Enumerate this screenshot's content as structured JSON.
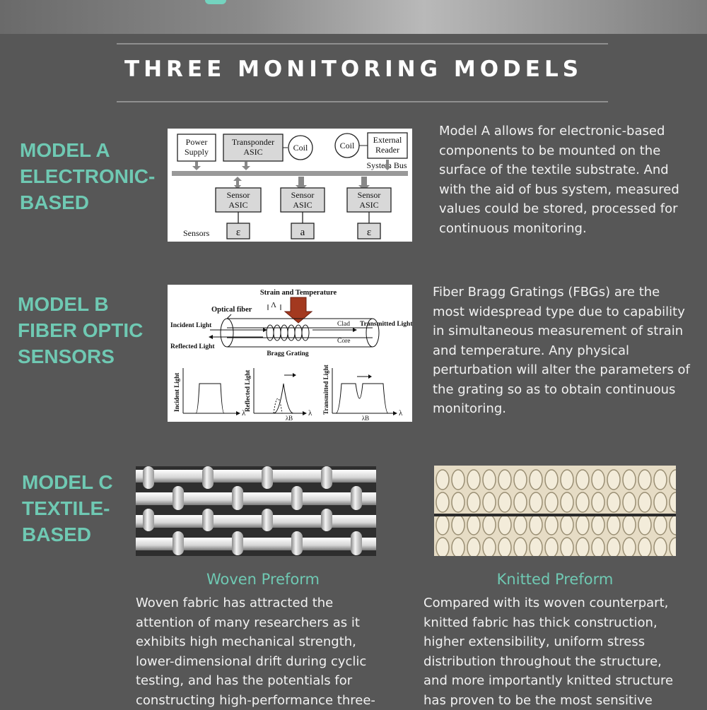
{
  "section_title": "THREE MONITORING MODELS",
  "models": {
    "a": {
      "label_lines": [
        "MODEL A",
        "ELECTRONIC-",
        "BASED"
      ],
      "description": "Model A allows for electronic-based components to be mounted on the surface of the textile substrate. And with the aid of bus system, measured values could be stored, processed for continuous monitoring.",
      "diagram": {
        "power_supply": [
          "Power",
          "Supply"
        ],
        "transponder": [
          "Transponder",
          "ASIC"
        ],
        "coil": "Coil",
        "external_reader": [
          "External",
          "Reader"
        ],
        "system_bus": "System Bus",
        "sensor_asic": [
          "Sensor",
          "ASIC"
        ],
        "sensors_label": "Sensors",
        "sensor_symbols": [
          "ε",
          "a",
          "ε"
        ]
      }
    },
    "b": {
      "label_lines": [
        "MODEL B",
        "FIBER OPTIC",
        "SENSORS"
      ],
      "description": "Fiber Bragg Gratings (FBGs) are the most widespread type due to capability in simultaneous measurement of strain and temperature.  Any physical perturbation will alter the parameters of the grating so as to obtain continuous monitoring.",
      "diagram": {
        "strain_temp": "Strain and Temperature",
        "lambda_upper": "Λ",
        "optical_fiber": "Optical fiber",
        "incident": "Incident Light",
        "reflected": "Reflected Light",
        "transmitted": "Transmitted Light",
        "clad": "Clad",
        "core": "Core",
        "bragg": "Bragg Grating",
        "ylabels": [
          "Incident Light",
          "Reflected Light",
          "Transmitted Light"
        ],
        "lambda": "λ",
        "lambda_b": "λB"
      }
    },
    "c": {
      "label_lines": [
        "MODEL C",
        "TEXTILE-",
        "BASED"
      ],
      "woven": {
        "title": "Woven Preform",
        "text_lines": [
          "Woven fabric has attracted the",
          "attention of many researchers as it",
          "exhibits high mechanical strength,",
          "lower-dimensional drift during cyclic",
          "testing, and has the potentials for",
          "constructing high-performance three-"
        ]
      },
      "knitted": {
        "title": "Knitted Preform",
        "text_lines": [
          "Compared with its woven counterpart,",
          "knitted fabric has thick construction,",
          "higher extensibility, uniform stress",
          "distribution throughout the structure,",
          "and more importantly knitted structure",
          "has proven to be the most sensitive"
        ]
      }
    }
  },
  "colors": {
    "background": "#575757",
    "accent": "#6fc9b3",
    "text": "#f2f2f2"
  }
}
